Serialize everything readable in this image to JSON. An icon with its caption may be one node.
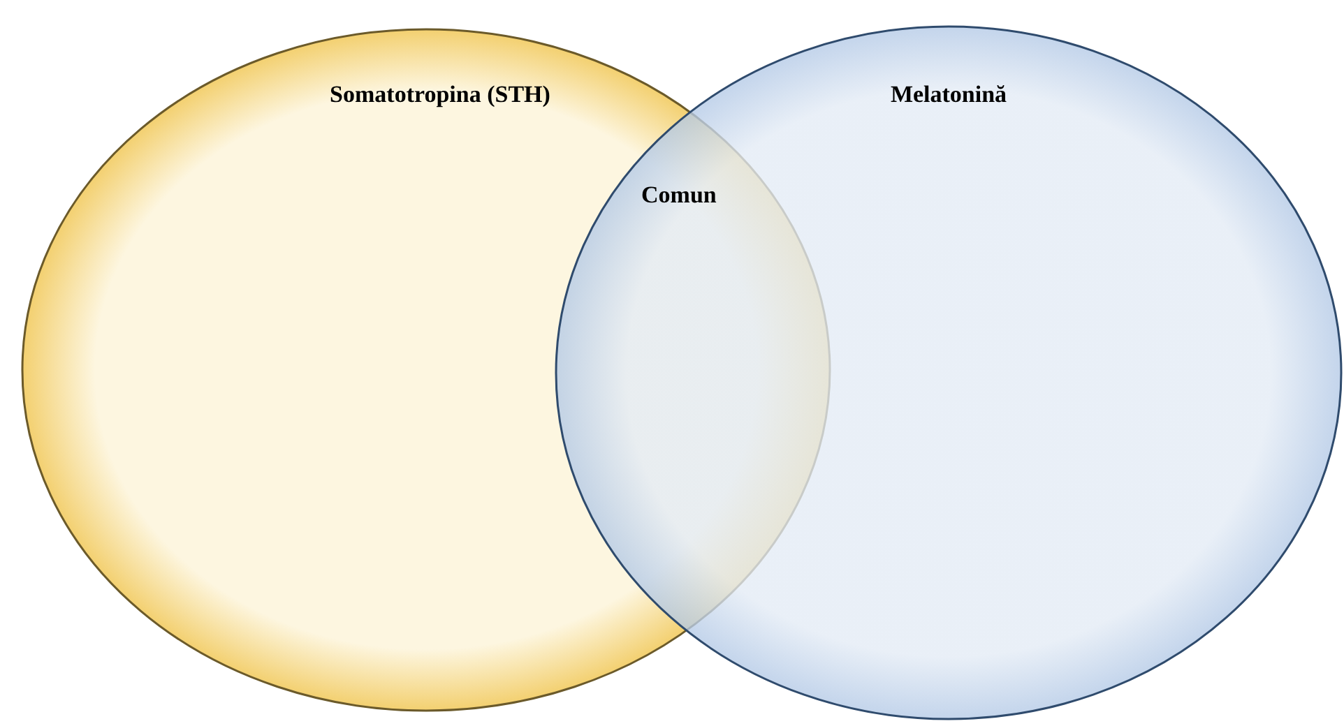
{
  "diagram": {
    "nodes": [
      {
        "text": [
          "Somatotropina (STH)"
        ]
      },
      {
        "text": [
          "Melatonină"
        ]
      }
    ],
    "labels": [
      "Comun"
    ]
  }
}
